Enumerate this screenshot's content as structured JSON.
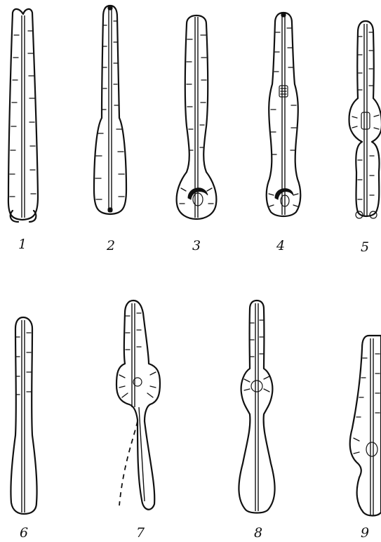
{
  "figures": [
    {
      "id": "1",
      "label": "1"
    },
    {
      "id": "2",
      "label": "2"
    },
    {
      "id": "3",
      "label": "3"
    },
    {
      "id": "4",
      "label": "4"
    },
    {
      "id": "5",
      "label": "5"
    },
    {
      "id": "6",
      "label": "6"
    },
    {
      "id": "7",
      "label": "7"
    },
    {
      "id": "8",
      "label": "8"
    },
    {
      "id": "9",
      "label": "9"
    }
  ]
}
